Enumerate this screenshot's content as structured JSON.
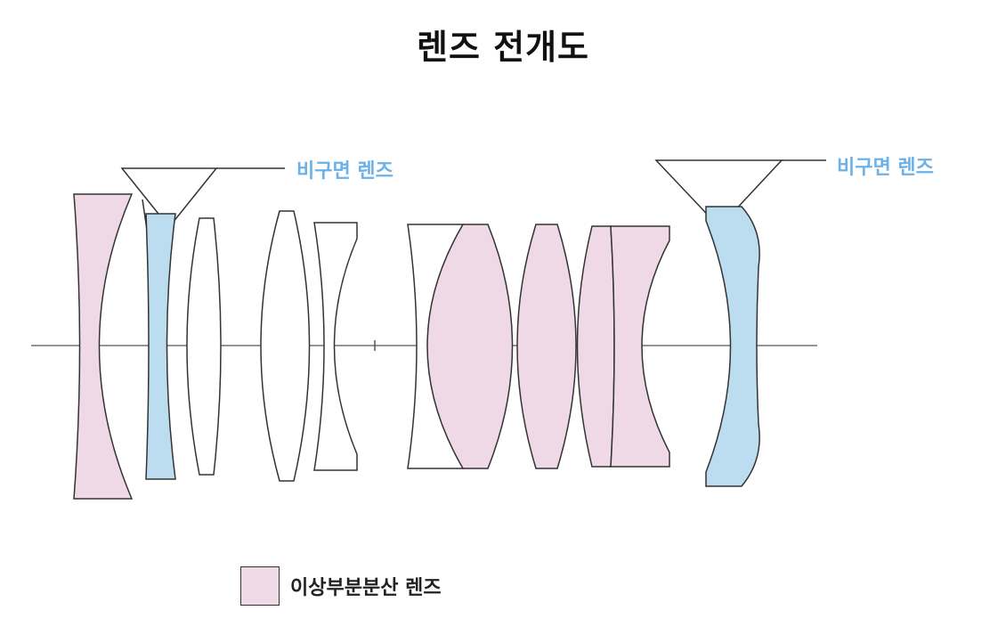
{
  "title": "렌즈 전개도",
  "callouts": {
    "left": "비구면 렌즈",
    "right": "비구면 렌즈"
  },
  "legend": {
    "label": "이상부분분산 렌즈"
  },
  "colors": {
    "ed_fill": "#efd9e6",
    "aspheric_fill": "#bcdcf0",
    "outline": "#333333",
    "accent_text": "#6cb2e8"
  }
}
